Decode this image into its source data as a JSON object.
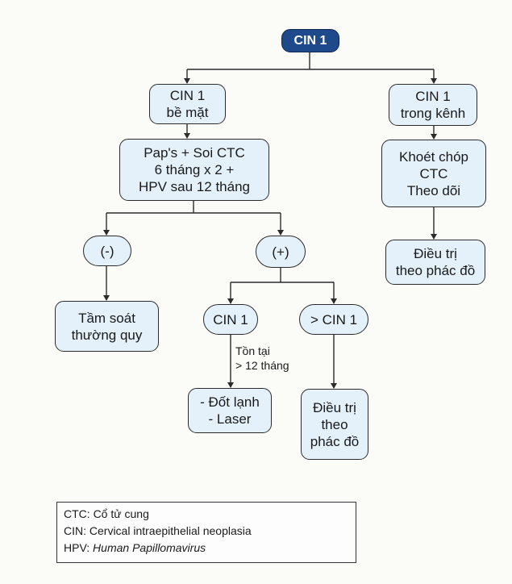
{
  "diagram": {
    "nodes": {
      "root": "CIN 1",
      "surface": "CIN 1\nbề mặt",
      "canal": "CIN 1\ntrong kênh",
      "pap": "Pap's + Soi CTC\n6 tháng x 2 +\nHPV sau 12 tháng",
      "conization": "Khoét chóp\nCTC\nTheo dõi",
      "treat_right": "Điều trị\ntheo phác đồ",
      "neg": "(-)",
      "pos": "(+)",
      "screening": "Tầm soát\nthường quy",
      "cin1_pos": "CIN 1",
      "gt_cin1": "> CIN 1",
      "cryo_laser": "- Đốt lạnh\n- Laser",
      "treat_bottom": "Điều trị\ntheo\nphác đồ"
    },
    "edge_labels": {
      "persist": "Tồn tại\n> 12 tháng"
    }
  },
  "legend": [
    {
      "abbr": "CTC:",
      "text": "Cổ tử cung",
      "italic": false
    },
    {
      "abbr": "CIN:",
      "text": "Cervical intraepithelial neoplasia",
      "italic": false
    },
    {
      "abbr": "HPV:",
      "text": "Human Papillomavirus",
      "italic": true
    }
  ],
  "colors": {
    "root_fill": "#1e4a8c",
    "node_fill": "#e4f1fb",
    "stroke": "#2b2b2b"
  }
}
